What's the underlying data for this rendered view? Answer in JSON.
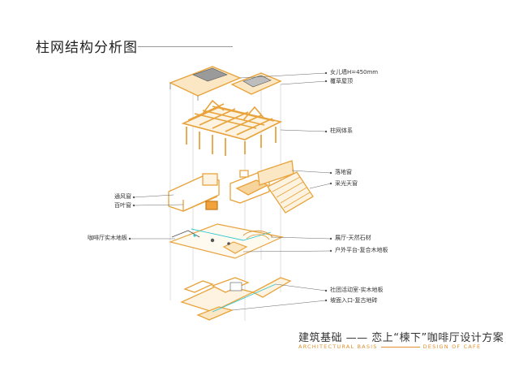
{
  "page": {
    "title": "柱网结构分析图"
  },
  "labels_right": [
    {
      "key": "parapet",
      "text": "女儿墙H=450mm"
    },
    {
      "key": "thatch",
      "text": "覆草屋顶"
    },
    {
      "key": "column_grid",
      "text": "柱网体系"
    },
    {
      "key": "floor_window",
      "text": "落地窗"
    },
    {
      "key": "skylight",
      "text": "采光天窗"
    },
    {
      "key": "hall_stone",
      "text": "展厅-天然石材"
    },
    {
      "key": "terrace",
      "text": "户外平台-复合木地板"
    },
    {
      "key": "community",
      "text": "社团活动室-实木地板"
    },
    {
      "key": "entrance",
      "text": "坡面入口-复古地砖"
    }
  ],
  "labels_left": [
    {
      "key": "vent_window",
      "text": "通风窗"
    },
    {
      "key": "louver",
      "text": "百叶窗"
    },
    {
      "key": "cafe_floor",
      "text": "咖啡厅实木地板"
    }
  ],
  "footer": {
    "title": "建筑基础 —— 恋上“楝下”咖啡厅设计方案",
    "sub_left": "ARCHITECTURAL BASIS",
    "sub_right": "DESIGN OF CAFE"
  },
  "colors": {
    "accent": "#e8a33c",
    "line": "#555555",
    "guide": "#bdbdbd",
    "cyan": "#33c7d1"
  }
}
